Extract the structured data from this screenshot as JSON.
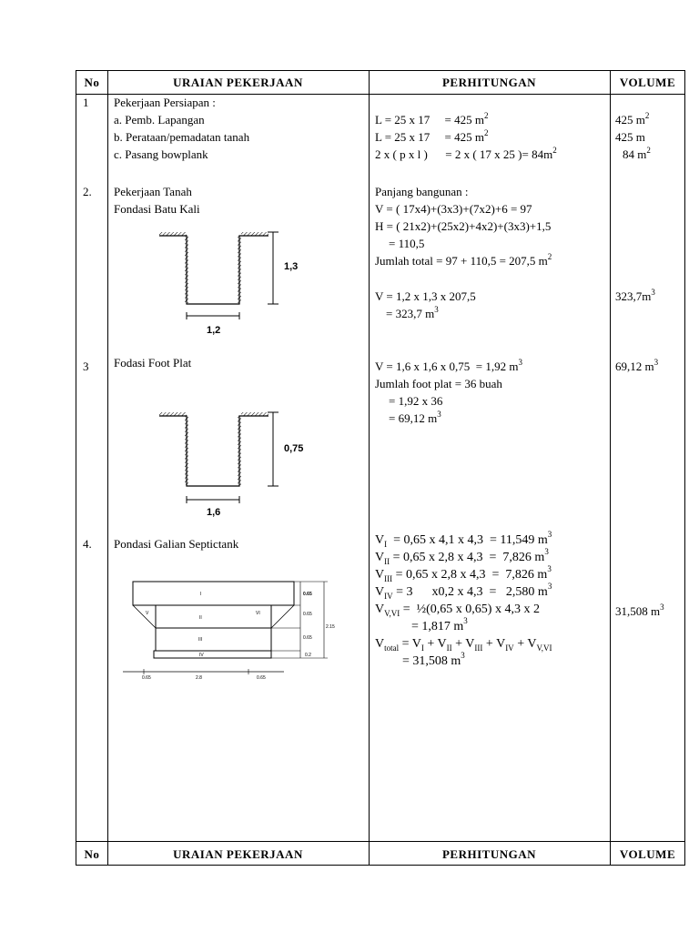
{
  "header": {
    "no": "No",
    "uraian": "URAIAN PEKERJAAN",
    "perhitungan": "PERHITUNGAN",
    "volume": "VOLUME"
  },
  "row1": {
    "no": "1",
    "title": "Pekerjaan Persiapan :",
    "items": [
      "a. Pemb. Lapangan",
      "b. Perataan/pemadatan  tanah",
      "c. Pasang bowplank"
    ],
    "calc": [
      "L = 25 x 17     = 425 m",
      "L = 25 x 17     = 425 m",
      "2 x ( p x l )      = 2 x ( 17 x 25 )= 84m"
    ],
    "calc_sup": [
      "2",
      "2",
      "2"
    ],
    "volume": [
      "425 m",
      "425 m",
      "84 m"
    ],
    "volume_sup": [
      "2",
      "",
      "2"
    ]
  },
  "row2": {
    "no": "2.",
    "title": "Pekerjaan Tanah",
    "subtitle": "Fondasi Batu Kali",
    "calc_heading": "Panjang bangunan :",
    "calc_v": "V = ( 17x4)+(3x3)+(7x2)+6 = 97",
    "calc_h": "H = ( 21x2)+(25x2)+4x2)+(3x3)+1,5",
    "calc_h2": "= 110,5",
    "calc_total": "Jumlah total = 97 + 110,5 = 207,5 m",
    "calc_vol": "V = 1,2 x 1,3 x 207,5",
    "calc_vol2": "= 323,7 m",
    "volume": "323,7m",
    "dim_h": "1,3",
    "dim_w": "1,2"
  },
  "row3": {
    "no": "3",
    "title": "Fodasi Foot Plat",
    "calc_v": "V = 1,6 x 1,6 x 0,75  = 1,92 m",
    "calc_count": "Jumlah foot plat = 36 buah",
    "calc_mult": "= 1,92 x 36",
    "calc_res": "= 69,12 m",
    "volume": "69,12 m",
    "dim_h": "0,75",
    "dim_w": "1,6"
  },
  "row4": {
    "no": "4.",
    "title": "Pondasi Galian Septictank",
    "v1": {
      "label": "I",
      "expr": "  = 0,65 x 4,1 x 4,3  = 11,549 m"
    },
    "v2": {
      "label": "II",
      "expr": " = 0,65 x 2,8 x 4,3  =  7,826 m"
    },
    "v3": {
      "label": "III",
      "expr": " = 0,65 x 2,8 x 4,3  =  7,826 m"
    },
    "v4": {
      "label": "IV",
      "expr": " = 3      x0,2 x 4,3  =   2,580 m"
    },
    "v5": {
      "label": "V,VI",
      "expr": " =  ½(0,65 x 0,65) x 4,3 x 2"
    },
    "v5_res": "= 1,817 m",
    "vtotal_label": "total",
    "vtotal_expr": "= 31,508 m",
    "volume": "31,508 m",
    "fig": {
      "sec1": "I",
      "sec2": "II",
      "sec3": "III",
      "sec4": "IV",
      "sec5": "V",
      "sec6": "VI",
      "d1": "0.65",
      "d2": "0.65",
      "d3": "0.65",
      "d4": "0.2",
      "dtot": "2.15",
      "w1": "0.65",
      "w2": "2.8",
      "w3": "0.65"
    }
  },
  "footer": {
    "no": "No",
    "uraian": "URAIAN PEKERJAAN",
    "perhitungan": "PERHITUNGAN",
    "volume": "VOLUME"
  }
}
